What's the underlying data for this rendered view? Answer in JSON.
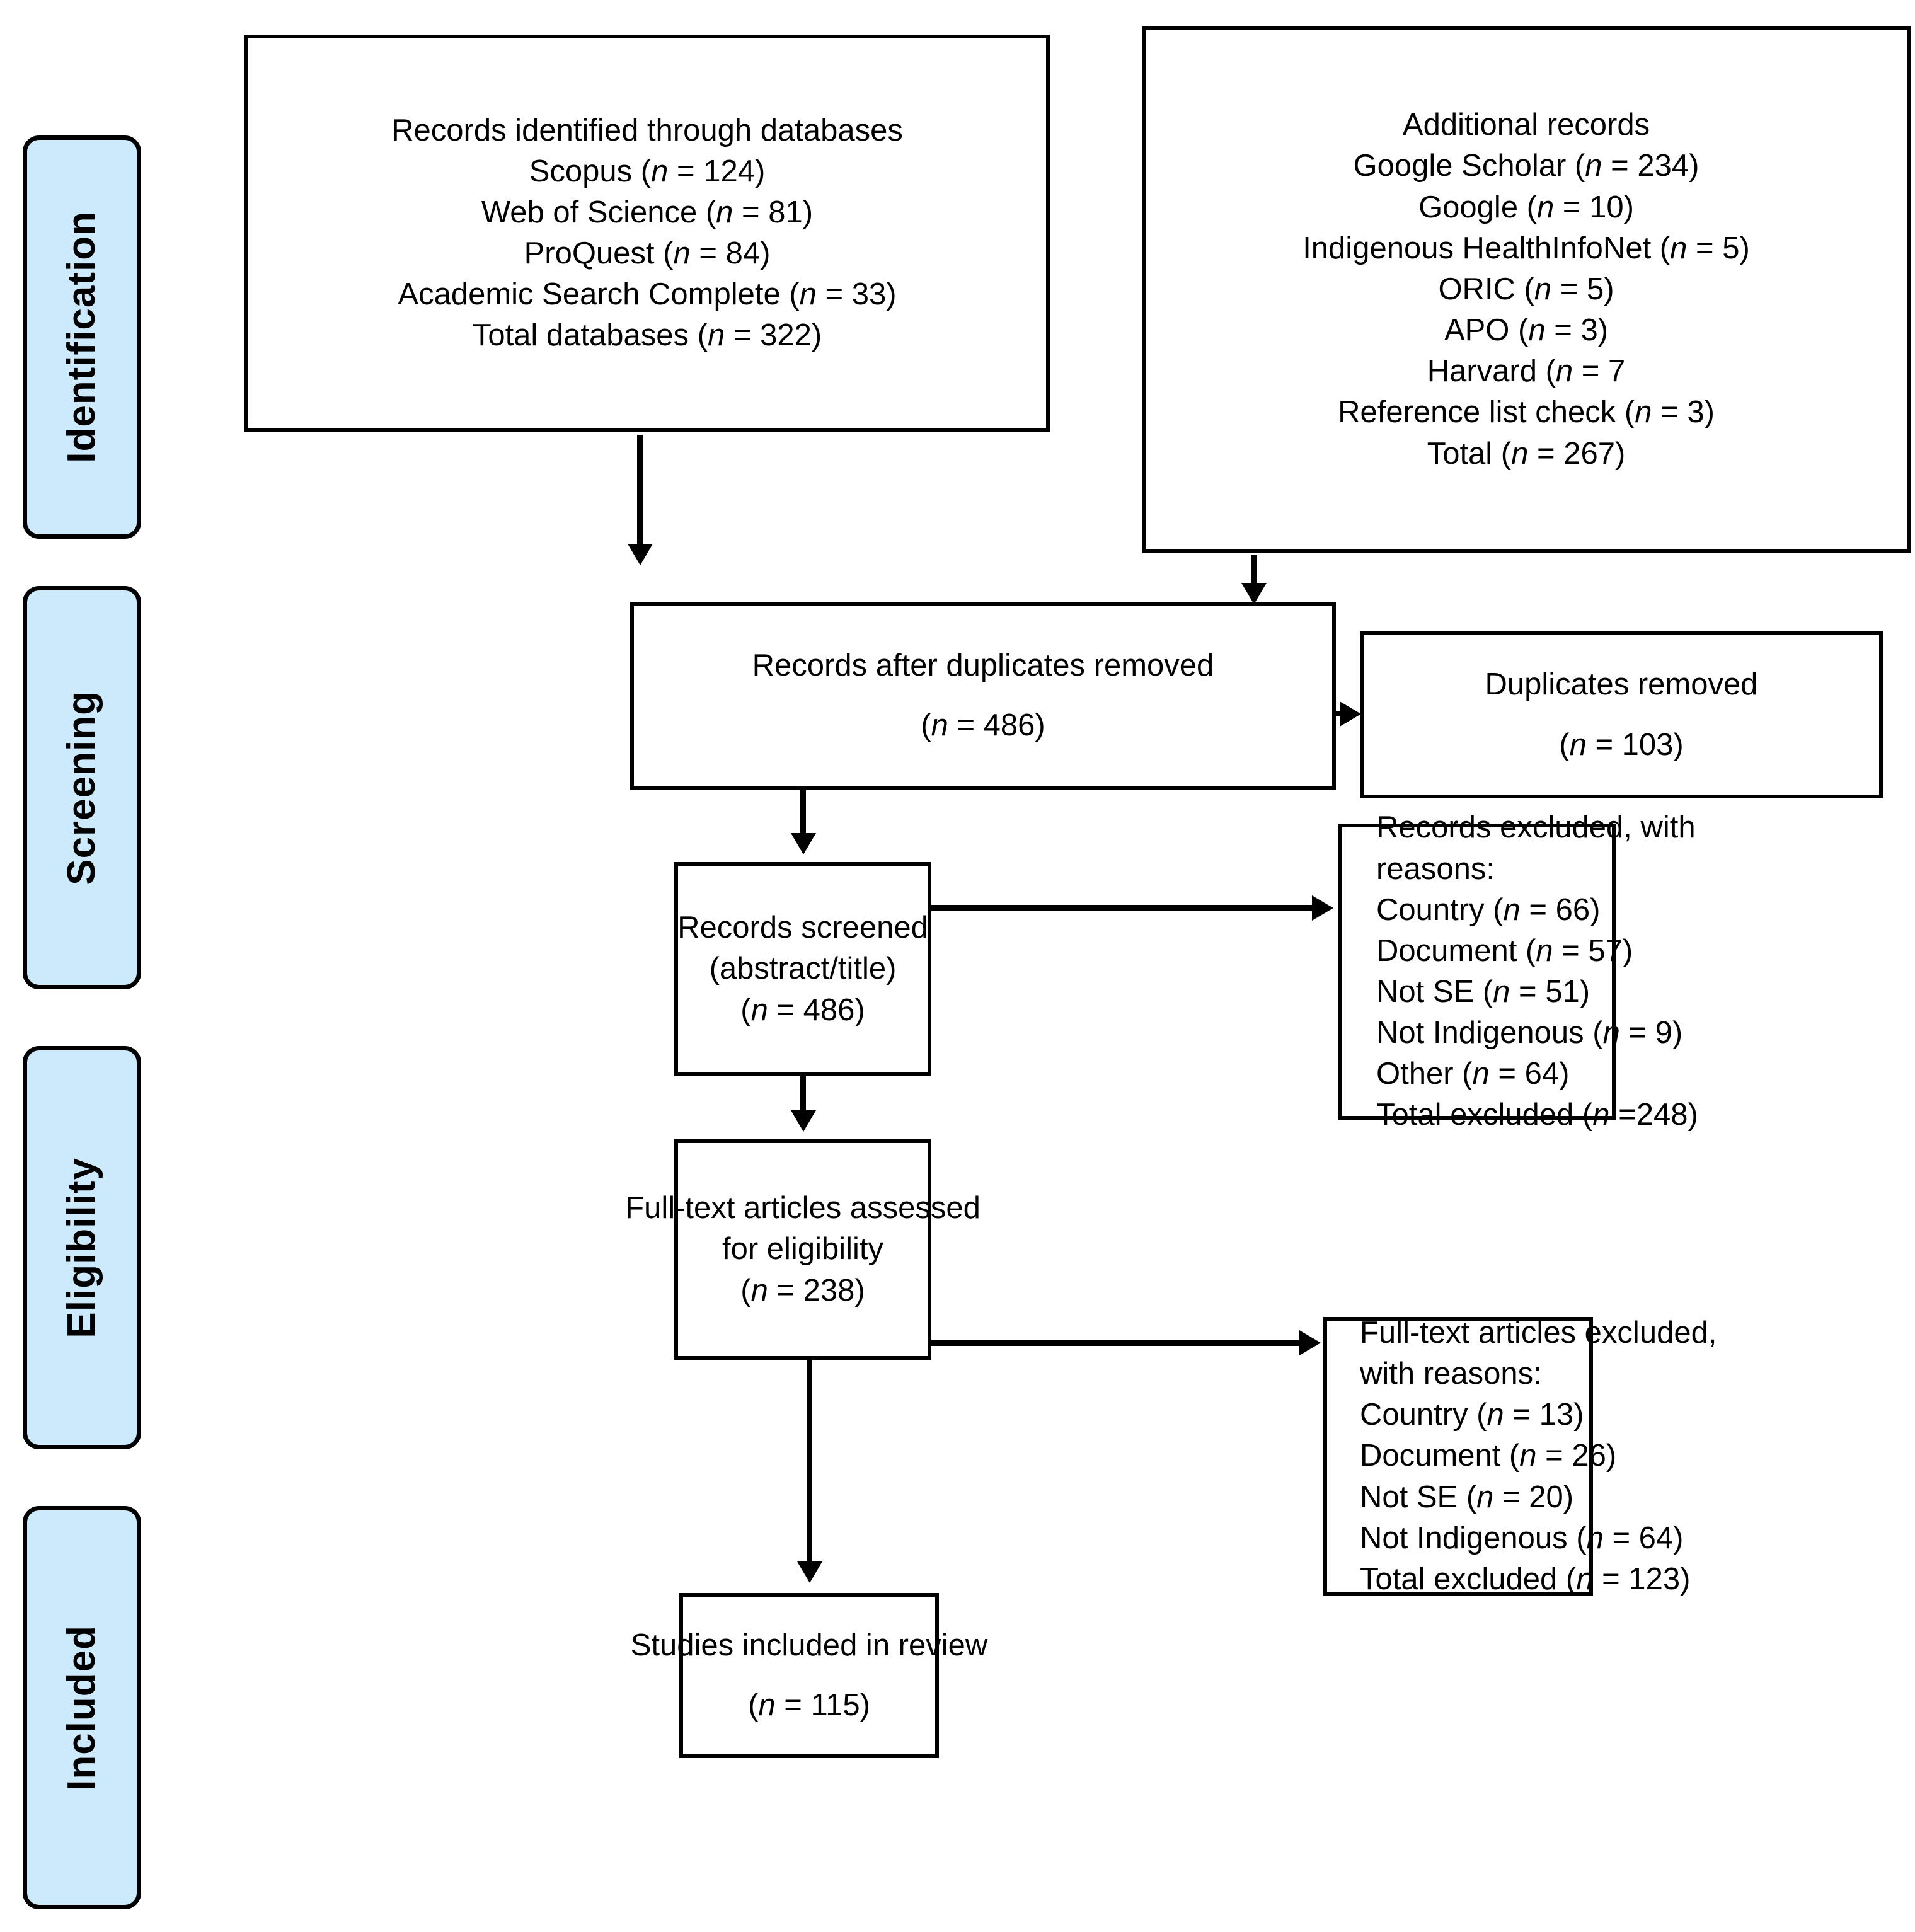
{
  "diagram": {
    "title": "PRISMA study selection flow diagram",
    "accent_color": "#cdeafd",
    "line_color": "#000000"
  },
  "phases": [
    {
      "id": "identification",
      "label": "Identification"
    },
    {
      "id": "screening",
      "label": "Screening"
    },
    {
      "id": "eligibility",
      "label": "Eligibility"
    },
    {
      "id": "included",
      "label": "Included"
    }
  ],
  "boxes": {
    "databases": {
      "lines": [
        "Records identified through databases",
        "Scopus (n = 124)",
        "Web of Science (n = 81)",
        "ProQuest (n = 84)",
        "Academic Search Complete (n = 33)",
        "Total databases (n = 322)"
      ]
    },
    "additional": {
      "lines": [
        "Additional records",
        "Google Scholar (n = 234)",
        "Google (n = 10)",
        "Indigenous HealthInfoNet (n = 5)",
        "ORIC (n = 5)",
        "APO (n = 3)",
        "Harvard (n = 7",
        "Reference list check (n = 3)",
        "Total (n = 267)"
      ]
    },
    "after_duplicates": {
      "lines": [
        "Records after duplicates removed",
        "(n = 486)"
      ]
    },
    "duplicates_removed": {
      "lines": [
        "Duplicates removed",
        "(n = 103)"
      ]
    },
    "records_screened": {
      "lines": [
        "Records screened",
        "(abstract/title)",
        "(n = 486)"
      ]
    },
    "records_excluded": {
      "lines": [
        "Records excluded, with",
        "reasons:",
        "Country (n = 66)",
        "Document (n = 57)",
        "Not SE (n = 51)",
        "Not Indigenous (n = 9)",
        "Other (n = 64)",
        "Total excluded (n =248)"
      ]
    },
    "fulltext_assessed": {
      "lines": [
        "Full-text articles assessed",
        "for eligibility",
        "(n = 238)"
      ]
    },
    "fulltext_excluded": {
      "lines": [
        "Full-text articles excluded,",
        "with reasons:",
        "Country (n = 13)",
        "Document (n = 26)",
        "Not SE (n = 20)",
        "Not Indigenous (n = 64)",
        "Total excluded (n = 123)"
      ]
    },
    "studies_included": {
      "lines": [
        "Studies included in review",
        "(n = 115)"
      ]
    }
  }
}
